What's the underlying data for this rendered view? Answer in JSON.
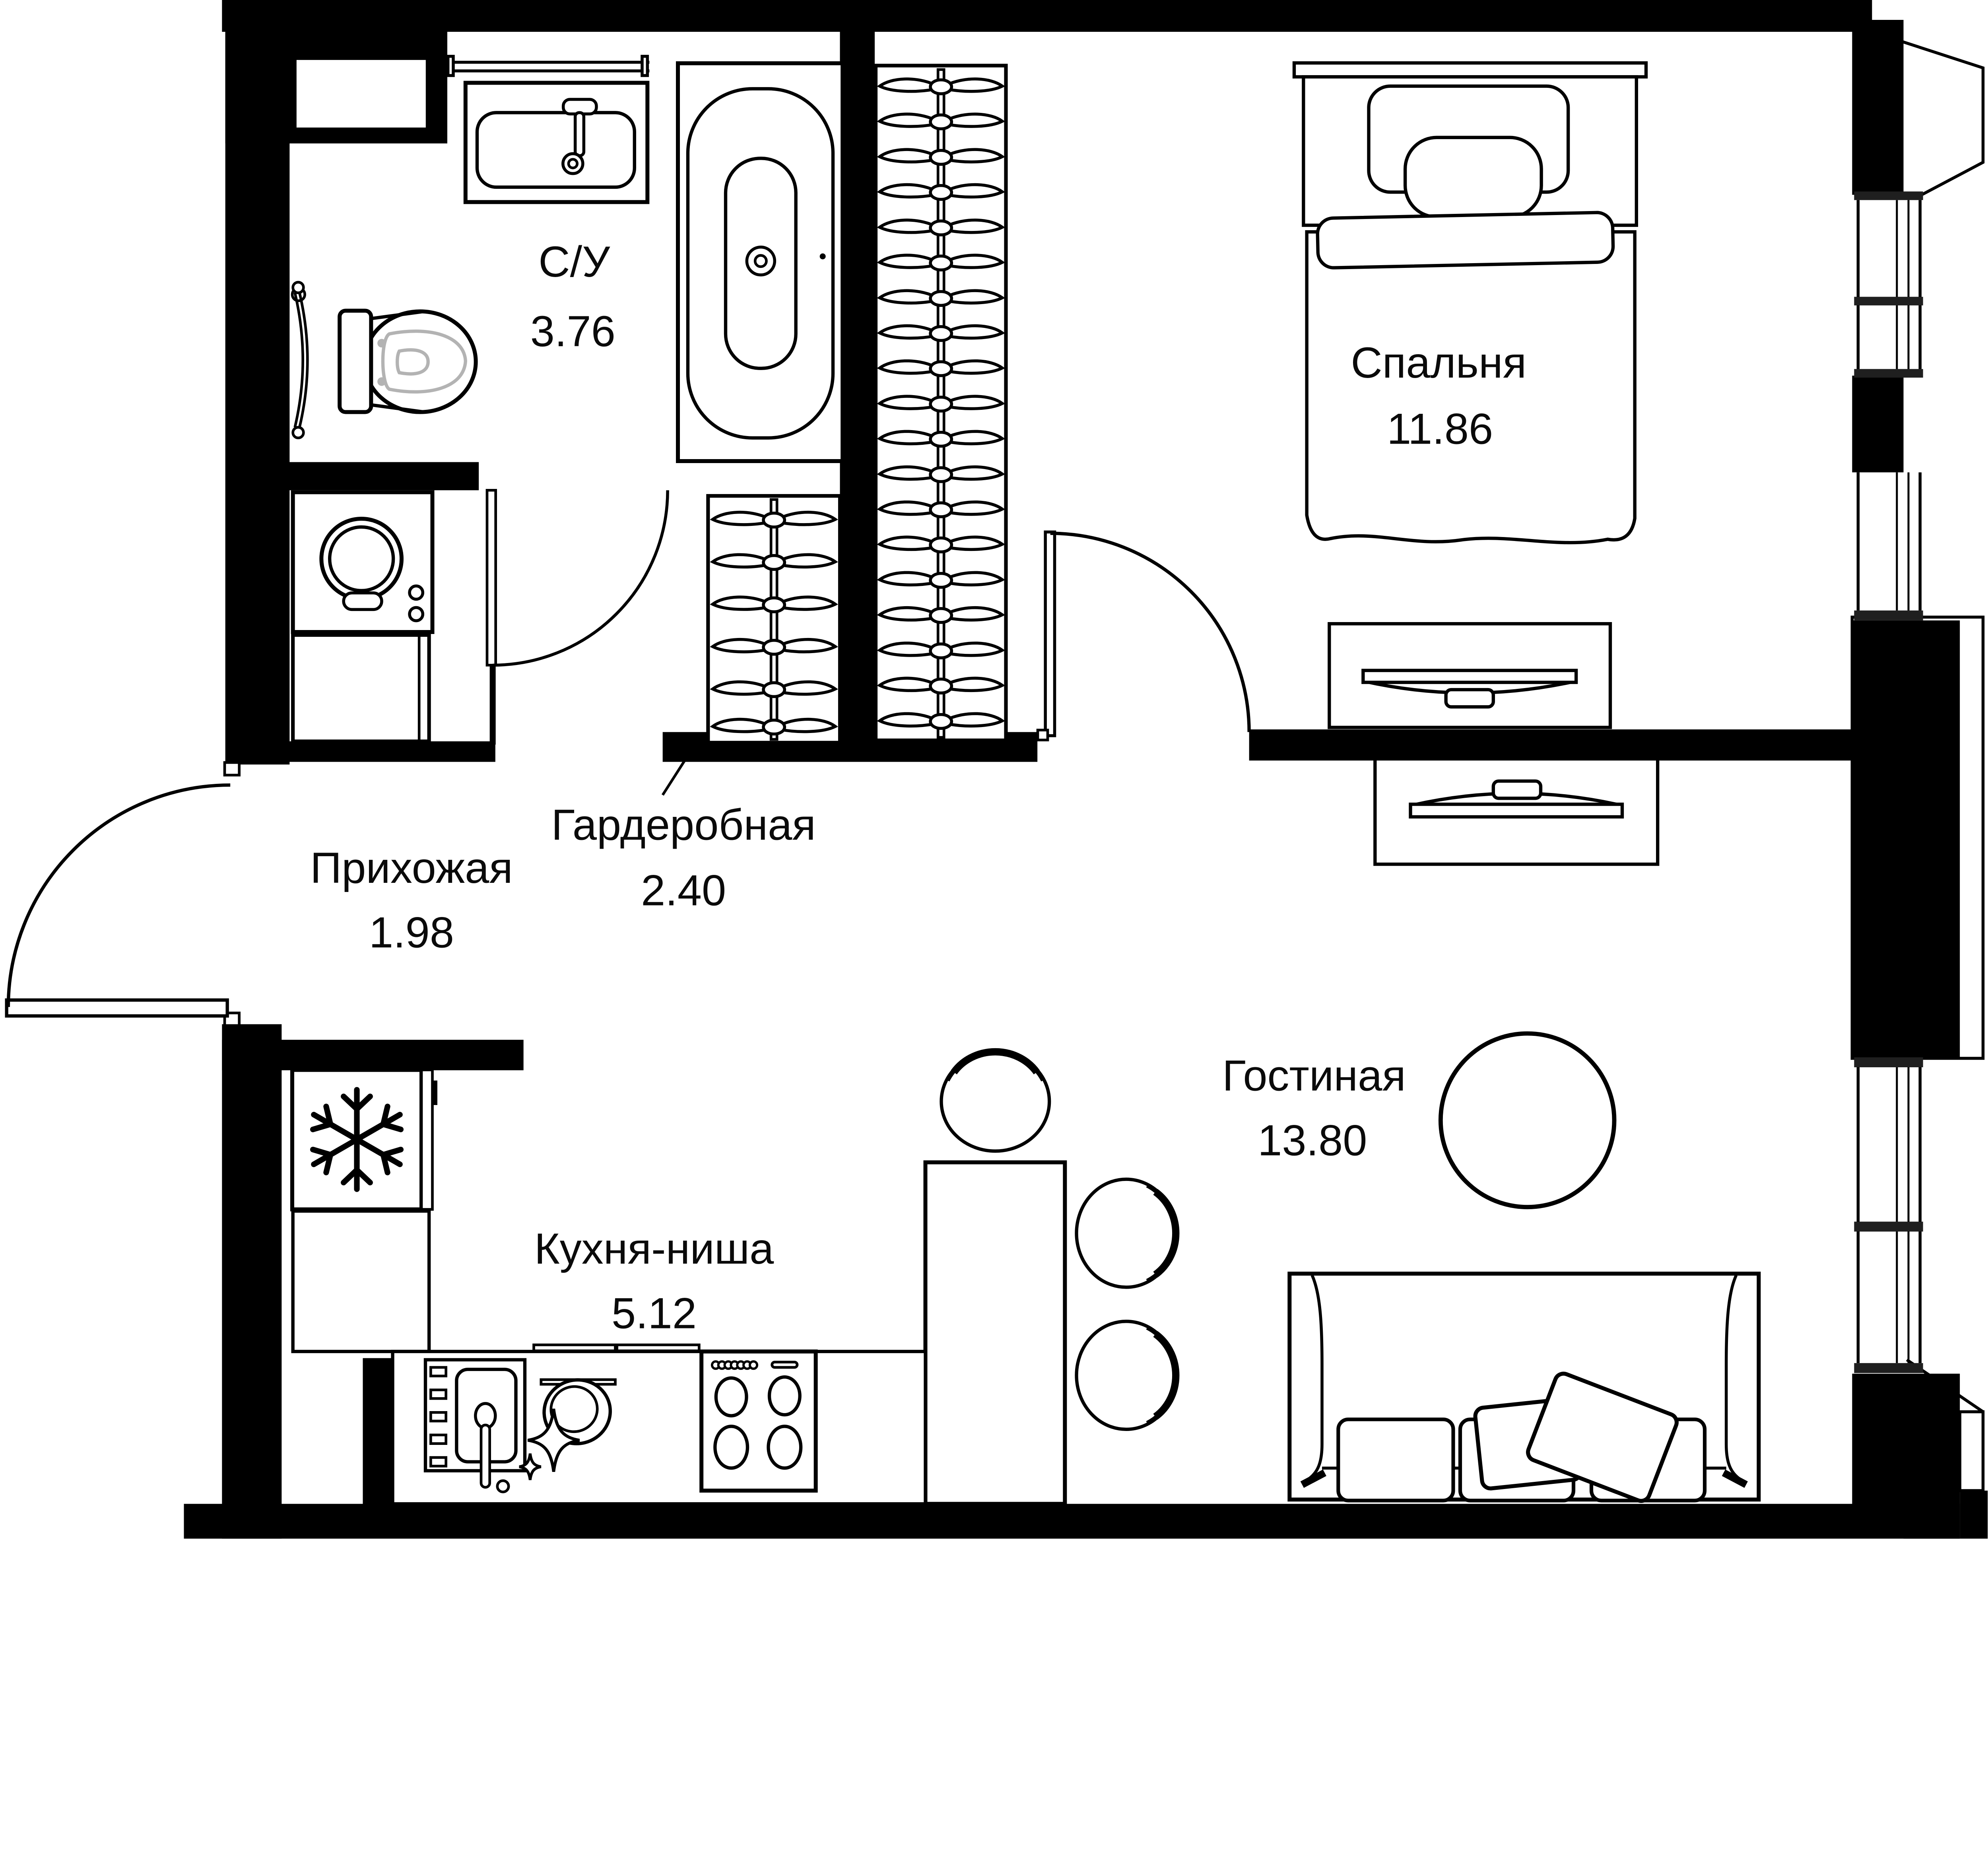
{
  "document": {
    "type": "apartment-floor-plan",
    "language": "ru"
  },
  "rooms": [
    {
      "id": "bathroom",
      "name": "С/У",
      "area": "3.76"
    },
    {
      "id": "bedroom",
      "name": "Спальня",
      "area": "11.86"
    },
    {
      "id": "wardrobe",
      "name": "Гардеробная",
      "area": "2.40"
    },
    {
      "id": "hallway",
      "name": "Прихожая",
      "area": "1.98"
    },
    {
      "id": "kitchen",
      "name": "Кухня-ниша",
      "area": "5.12"
    },
    {
      "id": "living",
      "name": "Гостиная",
      "area": "13.80"
    }
  ],
  "fixtures": [
    "sink-vanity",
    "towel-rail",
    "bathtub",
    "toilet",
    "towel-radiator",
    "washing-machine",
    "bathroom-cabinet",
    "wardrobe-small-hangers",
    "wardrobe-large-hangers",
    "bed",
    "pillow",
    "bolster",
    "duvet",
    "tv-console-bedroom",
    "tv-console-living",
    "fridge",
    "snowflake-icon",
    "kitchen-cabinet",
    "kitchen-sink",
    "faucet",
    "clean-dishes-sparkle-icon",
    "stove-4-burners",
    "bar-island",
    "bar-stool",
    "dining-table-round",
    "sofa",
    "sofa-cushions",
    "entry-door-arc",
    "wardrobe-door-arc",
    "bedroom-door-arc",
    "window-panes",
    "facade-lines"
  ],
  "colors": {
    "background": "#ffffff",
    "walls": "#000000",
    "fixture_outline": "#000000",
    "toilet_seat": "#b3b3b3",
    "window_transom": "#1f1f1f"
  }
}
